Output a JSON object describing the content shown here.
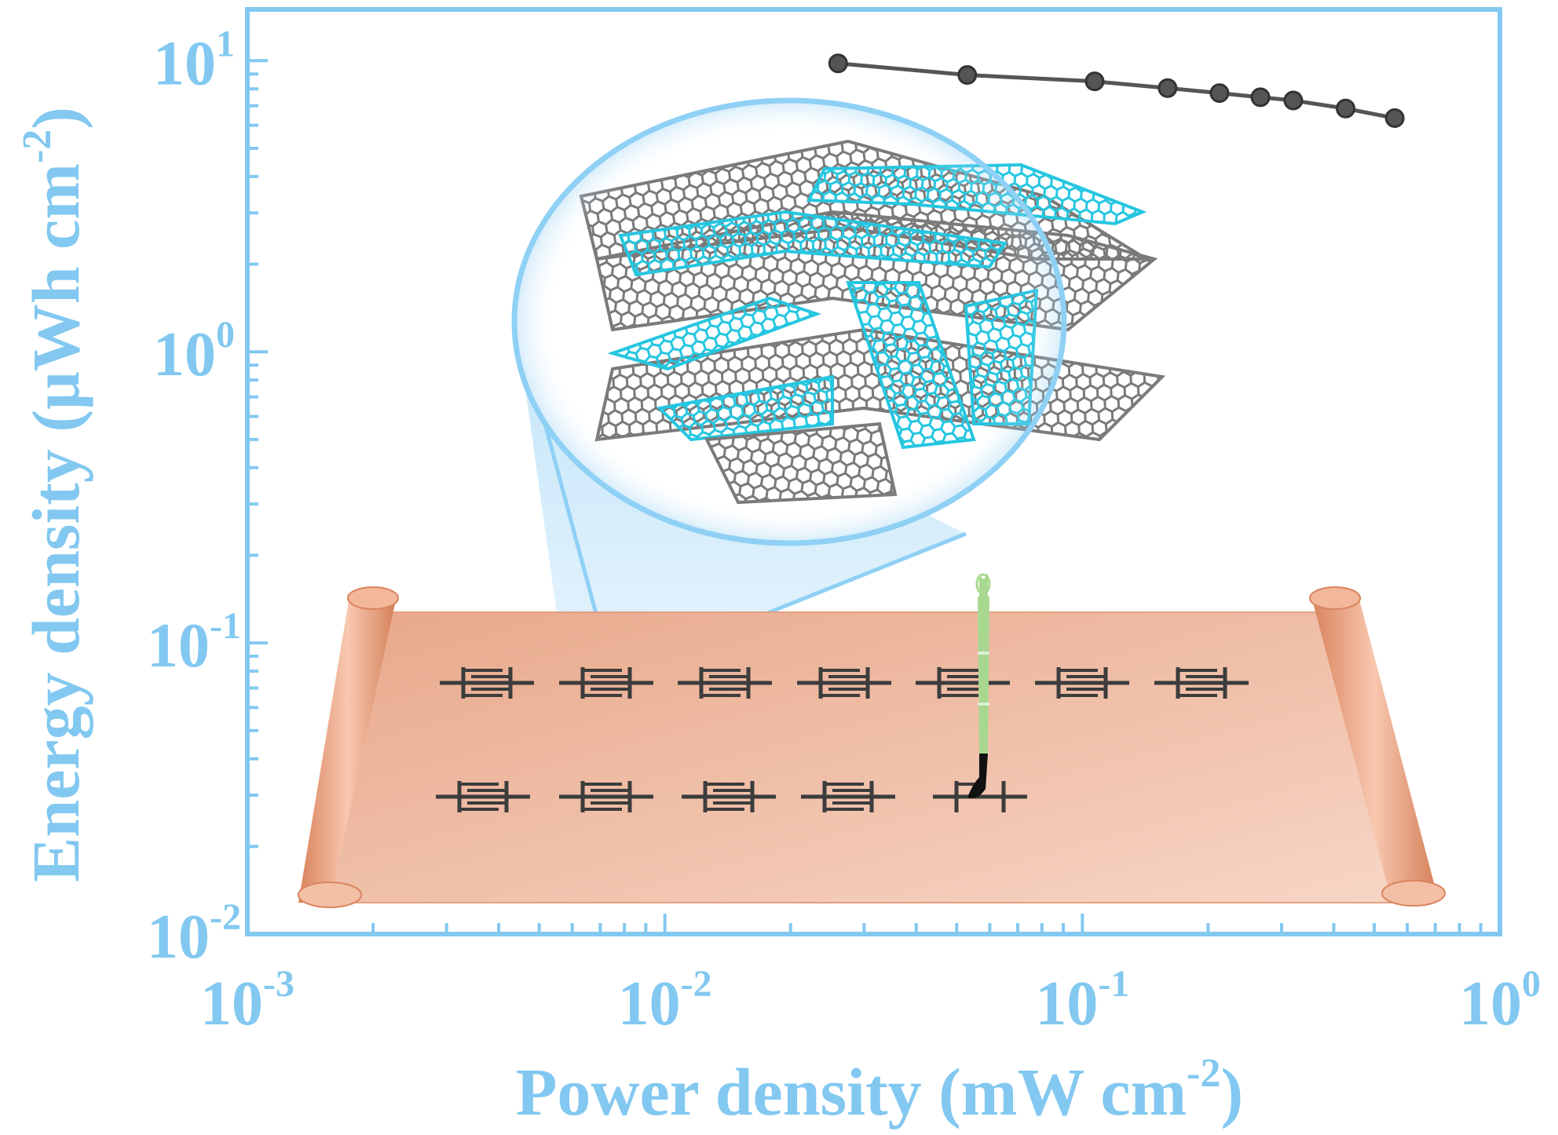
{
  "chart_data": {
    "type": "scatter",
    "title": "",
    "xlabel": "Power density (mW cm",
    "xlabel_sup": "-2",
    "xlabel_end": ")",
    "ylabel": "Energy density (μWh cm",
    "ylabel_sup": "-2",
    "ylabel_end": ")",
    "xscale": "log",
    "yscale": "log",
    "xlim": [
      0.001,
      1
    ],
    "ylim": [
      0.01,
      15
    ],
    "x_ticks": [
      {
        "base": "10",
        "exp": "-3",
        "value": 0.001
      },
      {
        "base": "10",
        "exp": "-2",
        "value": 0.01
      },
      {
        "base": "10",
        "exp": "-1",
        "value": 0.1
      },
      {
        "base": "10",
        "exp": "0",
        "value": 1
      }
    ],
    "y_ticks": [
      {
        "base": "10",
        "exp": "-2",
        "value": 0.01
      },
      {
        "base": "10",
        "exp": "-1",
        "value": 0.1
      },
      {
        "base": "10",
        "exp": "0",
        "value": 1
      },
      {
        "base": "10",
        "exp": "1",
        "value": 10
      }
    ],
    "grid": false,
    "series": [
      {
        "x": [
          0.026,
          0.053,
          0.107,
          0.16,
          0.213,
          0.267,
          0.32,
          0.427,
          0.56
        ],
        "y": [
          9.79,
          8.93,
          8.49,
          8.05,
          7.74,
          7.49,
          7.3,
          6.85,
          6.35
        ],
        "color": "#555555"
      }
    ]
  },
  "colors": {
    "axis": "#82c8f0",
    "substrate": "#f0b89c",
    "substrate_edge": "#e0906c",
    "electrode": "#3c3c3c",
    "graphene": "#7a7a7a",
    "nanoribbon": "#26c6e0",
    "pen_body": "#a8d890"
  }
}
